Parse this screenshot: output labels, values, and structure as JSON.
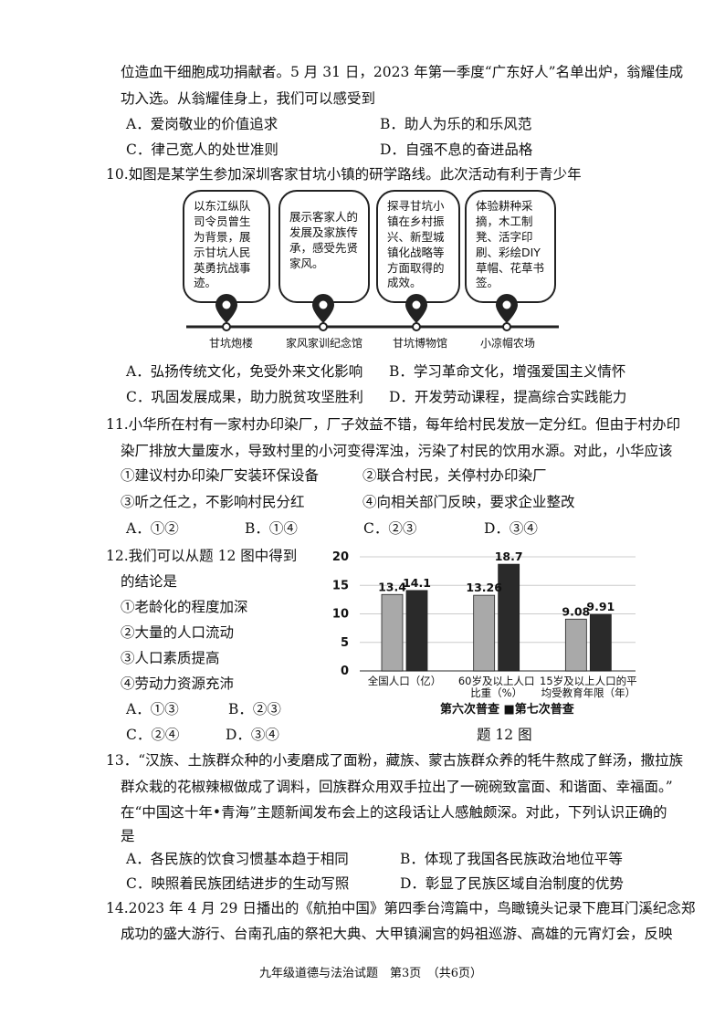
{
  "q9": {
    "line1": "位造血干细胞成功捐献者。5 月 31 日，2023 年第一季度“广东好人”名单出炉，翁耀佳成",
    "line2": "功入选。从翁耀佳身上，我们可以感受到",
    "options": [
      "A．爱岗敬业的价值追求",
      "B．助人为乐的和乐风范",
      "C．律己宽人的处世准则",
      "D．自强不息的奋进品格"
    ]
  },
  "q10": {
    "stem": "10.如图是某学生参加深圳客家甘坑小镇的研学路线。此次活动有利于青少年",
    "stops": [
      {
        "text": "以东江纵队司令员曾生为背景，展示甘坑人民英勇抗战事迹。",
        "name": "甘坑炮楼"
      },
      {
        "text": "展示客家人的发展及家族传承，感受先贤家风。",
        "name": "家风家训纪念馆"
      },
      {
        "text": "探寻甘坑小镇在乡村振兴、新型城镇化战略等方面取得的成效。",
        "name": "甘坑博物馆"
      },
      {
        "text": "体验耕种采摘，木工制凳、活字印刷、彩绘DIY草帽、花草书签。",
        "name": "小凉帽农场"
      }
    ],
    "options": [
      "A．弘扬传统文化，免受外来文化影响",
      "B．学习革命文化，增强爱国主义情怀",
      "C．巩固发展成果，助力脱贫攻坚胜利",
      "D．开发劳动课程，提高综合实践能力"
    ]
  },
  "q11": {
    "line1": "11.小华所在村有一家村办印染厂，厂子效益不错，每年给村民发放一定分红。但由于村办印",
    "line2": "染厂排放大量废水，导致村里的小河变得浑浊，污染了村民的饮用水源。对此，小华应该",
    "items": [
      "①建议村办印染厂安装环保设备",
      "②联合村民，关停村办印染厂",
      "③听之任之，不影响村民分红",
      "④向相关部门反映，要求企业整改"
    ],
    "options": [
      "A．①②",
      "B．①④",
      "C．②③",
      "D．③④"
    ]
  },
  "q12": {
    "line1": "12.我们可以从题 12 图中得到",
    "line2": "的结论是",
    "items": [
      "①老龄化的程度加深",
      "②大量的人口流动",
      "③人口素质提高",
      "④劳动力资源充沛"
    ],
    "options": [
      "A．①③",
      "B．②③",
      "C．②④",
      "D．③④"
    ],
    "figure_caption": "题 12 图"
  },
  "chart_data": {
    "type": "bar",
    "categories": [
      "全国人口（亿）",
      "60岁及以上人口比重（%）",
      "15岁及以上人口的平均受教育年限（年）"
    ],
    "category_lines": [
      [
        "全国人口（亿）"
      ],
      [
        "60岁及以上人口",
        "比重（%）"
      ],
      [
        "15岁及以上人口的平",
        "均受教育年限（年）"
      ]
    ],
    "series": [
      {
        "name": "第六次普查",
        "values": [
          13.4,
          13.26,
          9.08
        ],
        "labels": [
          "13.4",
          "13.26",
          "9.08"
        ],
        "color": "#a9a9a9"
      },
      {
        "name": "第七次普查",
        "values": [
          14.1,
          18.7,
          9.91
        ],
        "labels": [
          "14.1",
          "18.7",
          "9.91"
        ],
        "color": "#2a2a2a"
      }
    ],
    "yticks": [
      "20",
      "15",
      "10",
      "5",
      "0"
    ],
    "ylim": [
      0,
      20
    ],
    "legend_text": "第六次普查 ■第七次普查",
    "grid": true
  },
  "q13": {
    "line1": "13．“汉族、土族群众种的小麦磨成了面粉，藏族、蒙古族群众养的牦牛熬成了鲜汤，撒拉族",
    "line2": "群众栽的花椒辣椒做成了调料，回族群众用双手拉出了一碗碗致富面、和谐面、幸福面。”",
    "line3": "在“中国这十年•青海”主题新闻发布会上的这段话让人感触颇深。对此，下列认识正确的",
    "line4": "是",
    "options": [
      "A．各民族的饮食习惯基本趋于相同",
      "B．体现了我国各民族政治地位平等",
      "C．映照着民族团结进步的生动写照",
      "D．彰显了民族区域自治制度的优势"
    ]
  },
  "q14": {
    "line1": "14.2023 年 4 月 29 日播出的《航拍中国》第四季台湾篇中，鸟瞰镜头记录下鹿耳门溪纪念郑",
    "line2": "成功的盛大游行、台南孔庙的祭祀大典、大甲镇澜宫的妈祖巡游、高雄的元宵灯会，反映"
  },
  "footer": "九年级道德与法治试题　第3页　（共6页）"
}
